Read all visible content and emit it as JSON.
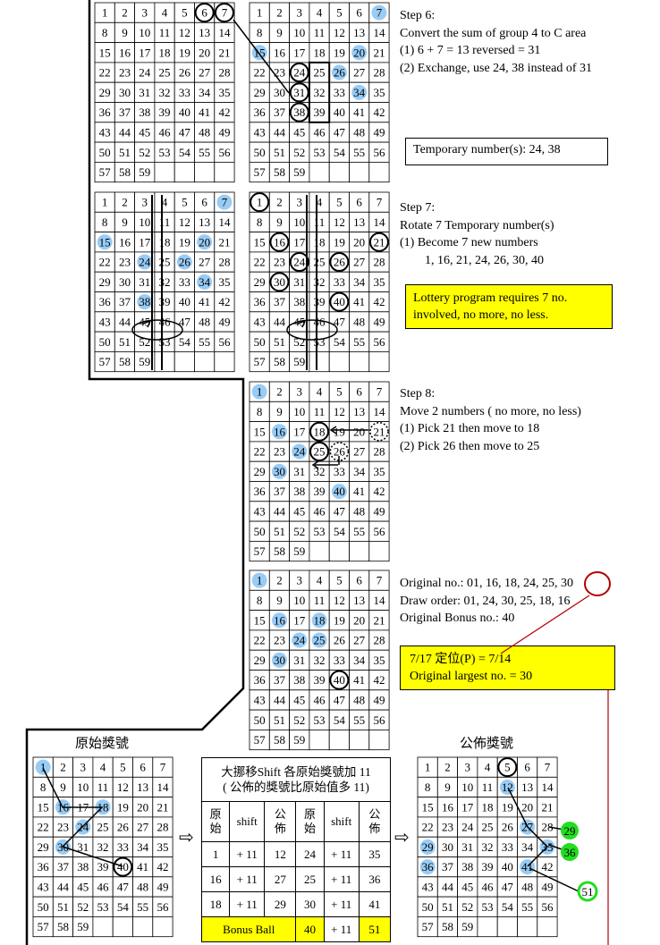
{
  "steps": {
    "step6": {
      "title": "Step 6:",
      "lines": [
        "Convert the sum of group 4 to C area",
        "(1) 6 + 7 = 13 reversed = 31",
        "(2) Exchange, use 24, 38 instead of 31"
      ],
      "temp_box": "Temporary number(s):  24, 38"
    },
    "step7": {
      "title": "Step 7:",
      "lines": [
        "Rotate 7 Temporary number(s)",
        "(1)  Become 7 new numbers",
        "       1, 16, 21, 24, 26, 30, 40"
      ],
      "note": [
        "Lottery program requires 7 no.",
        " involved, no more, no less."
      ]
    },
    "step8": {
      "title": "Step 8:",
      "lines": [
        "Move 2 numbers ( no more, no less)",
        "(1)  Pick 21 then move to 18",
        "(2)  Pick 26 then move to 25"
      ]
    },
    "result": {
      "lines": [
        "Original no.:  01, 16, 18, 24, 25, ",
        "Draw order:  01, 24, 30, 25, 18, 16",
        "Original  Bonus no.:  40"
      ],
      "circled": "30",
      "note": [
        "7/17 定位(P) = 7/14",
        "Original  largest no. = 30"
      ]
    }
  },
  "bottom": {
    "left_title": "原始獎號",
    "right_title": "公佈獎號",
    "arrow1": "⇨",
    "arrow2": "⇨",
    "shift_title": [
      "大挪移Shift 各原始獎號加 11",
      "( 公佈的獎號比原始值多 11)"
    ],
    "shift_headers": [
      "原\n始",
      "shift",
      "公\n佈",
      "原\n始",
      "shift",
      "公\n佈"
    ],
    "shift_rows": [
      [
        "1",
        "+ 11",
        "12",
        "24",
        "+ 11",
        "35"
      ],
      [
        "16",
        "+ 11",
        "27",
        "25",
        "+ 11",
        "36"
      ],
      [
        "18",
        "+ 11",
        "29",
        "30",
        "+ 11",
        "41"
      ]
    ],
    "bonus_row": {
      "label": "Bonus Ball",
      "orig": "40",
      "shift": "+ 11",
      "pub": "51"
    }
  },
  "colors": {
    "blue_dot": "#99ccf5",
    "yellow": "#ffff00",
    "green": "#22dd22",
    "red": "#b20000"
  },
  "grids": [
    {
      "id": "g1",
      "blue": [],
      "circles": [
        6,
        7
      ],
      "dashed": [],
      "circle_color": "#000000"
    },
    {
      "id": "g2",
      "blue": [
        7,
        15,
        20,
        26,
        34
      ],
      "circles": [
        24,
        31,
        38
      ],
      "dashed": [],
      "circle_color": "#000000"
    },
    {
      "id": "g3",
      "blue": [
        7,
        15,
        20,
        24,
        26,
        34,
        38
      ],
      "circles": [],
      "dashed": [],
      "circle_color": "#000000"
    },
    {
      "id": "g4",
      "blue": [],
      "circles": [
        1,
        16,
        21,
        24,
        26,
        30,
        40
      ],
      "dashed": [],
      "circle_color": "#000000"
    },
    {
      "id": "g5",
      "blue": [
        1,
        16,
        24,
        30,
        40
      ],
      "circles": [
        18,
        25
      ],
      "dashed": [
        21,
        26
      ],
      "circle_color": "#000000"
    },
    {
      "id": "g6",
      "blue": [
        1,
        16,
        18,
        24,
        25,
        30
      ],
      "circles": [
        40
      ],
      "dashed": [],
      "circle_color": "#000000"
    },
    {
      "id": "g7",
      "blue": [
        1,
        16,
        18,
        24,
        30
      ],
      "circles": [
        40
      ],
      "dashed": [],
      "circle_color": "#000000"
    },
    {
      "id": "g8",
      "blue": [
        12,
        27,
        29,
        35,
        36,
        41
      ],
      "circles": [
        5
      ],
      "dashed": [],
      "circle_color": "#000000"
    }
  ]
}
